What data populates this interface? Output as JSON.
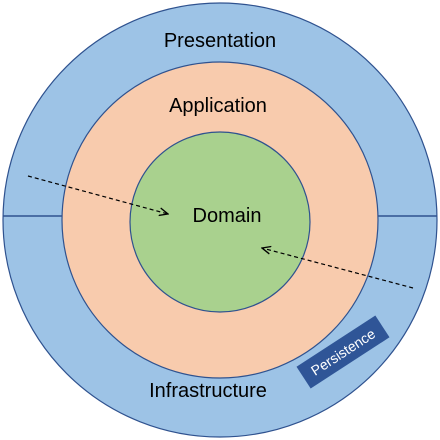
{
  "diagram": {
    "layers": {
      "outer": {
        "top_label": "Presentation",
        "bottom_label": "Infrastructure"
      },
      "middle": {
        "label": "Application"
      },
      "core": {
        "label": "Domain"
      }
    },
    "badge": {
      "label": "Persistence"
    },
    "colors": {
      "outer_fill": "#9dc3e6",
      "middle_fill": "#f8cbad",
      "core_fill": "#a9d18e",
      "stroke": "#2f528f",
      "badge_fill": "#2f5597",
      "arrow": "#000000"
    }
  }
}
